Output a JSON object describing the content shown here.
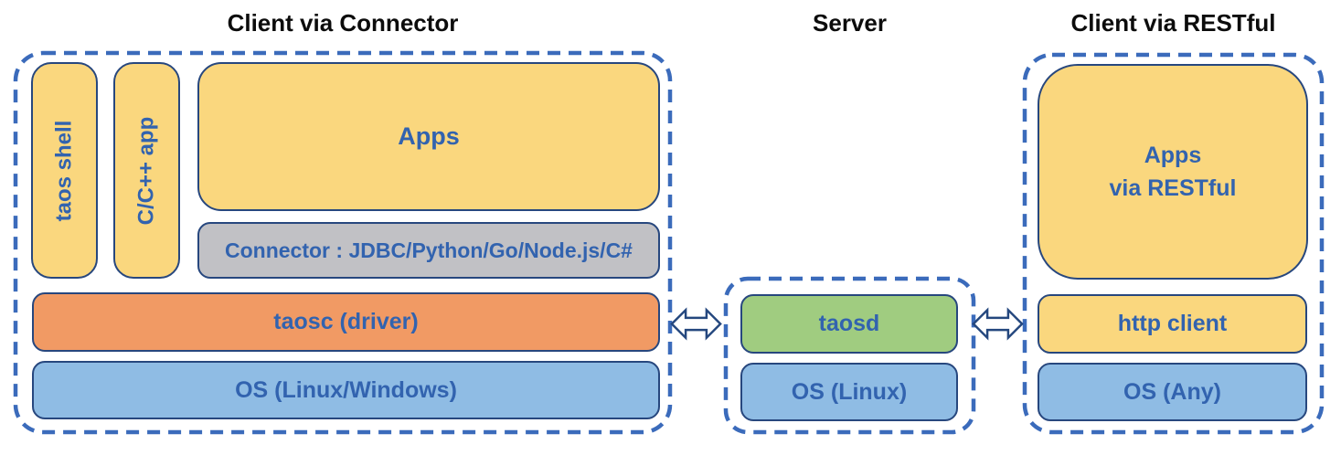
{
  "sections": {
    "client_connector": {
      "title": "Client via Connector",
      "taos_shell": "taos shell",
      "cpp_app": "C/C++ app",
      "apps": "Apps",
      "connector": "Connector : JDBC/Python/Go/Node.js/C#",
      "taosc": "taosc (driver)",
      "os": "OS (Linux/Windows)"
    },
    "server": {
      "title": "Server",
      "taosd": "taosd",
      "os": "OS (Linux)"
    },
    "client_restful": {
      "title": "Client via RESTful",
      "apps": "Apps\nvia RESTful",
      "http_client": "http client",
      "os": "OS (Any)"
    }
  },
  "icons": {
    "left_link": "bidirectional-arrow",
    "right_link": "bidirectional-arrow"
  },
  "colors": {
    "box_yellow": "#FAD77E",
    "box_gray": "#C1C1C5",
    "box_orange": "#F19A64",
    "box_blue": "#8FBCE4",
    "box_green": "#A0CC80",
    "box_border": "#27477E",
    "label_text": "#3263AF",
    "dashed_border": "#3B6BBB",
    "title_text": "#0C0C0C",
    "arrow_fill": "#FFFFFF",
    "arrow_stroke": "#24477E"
  }
}
